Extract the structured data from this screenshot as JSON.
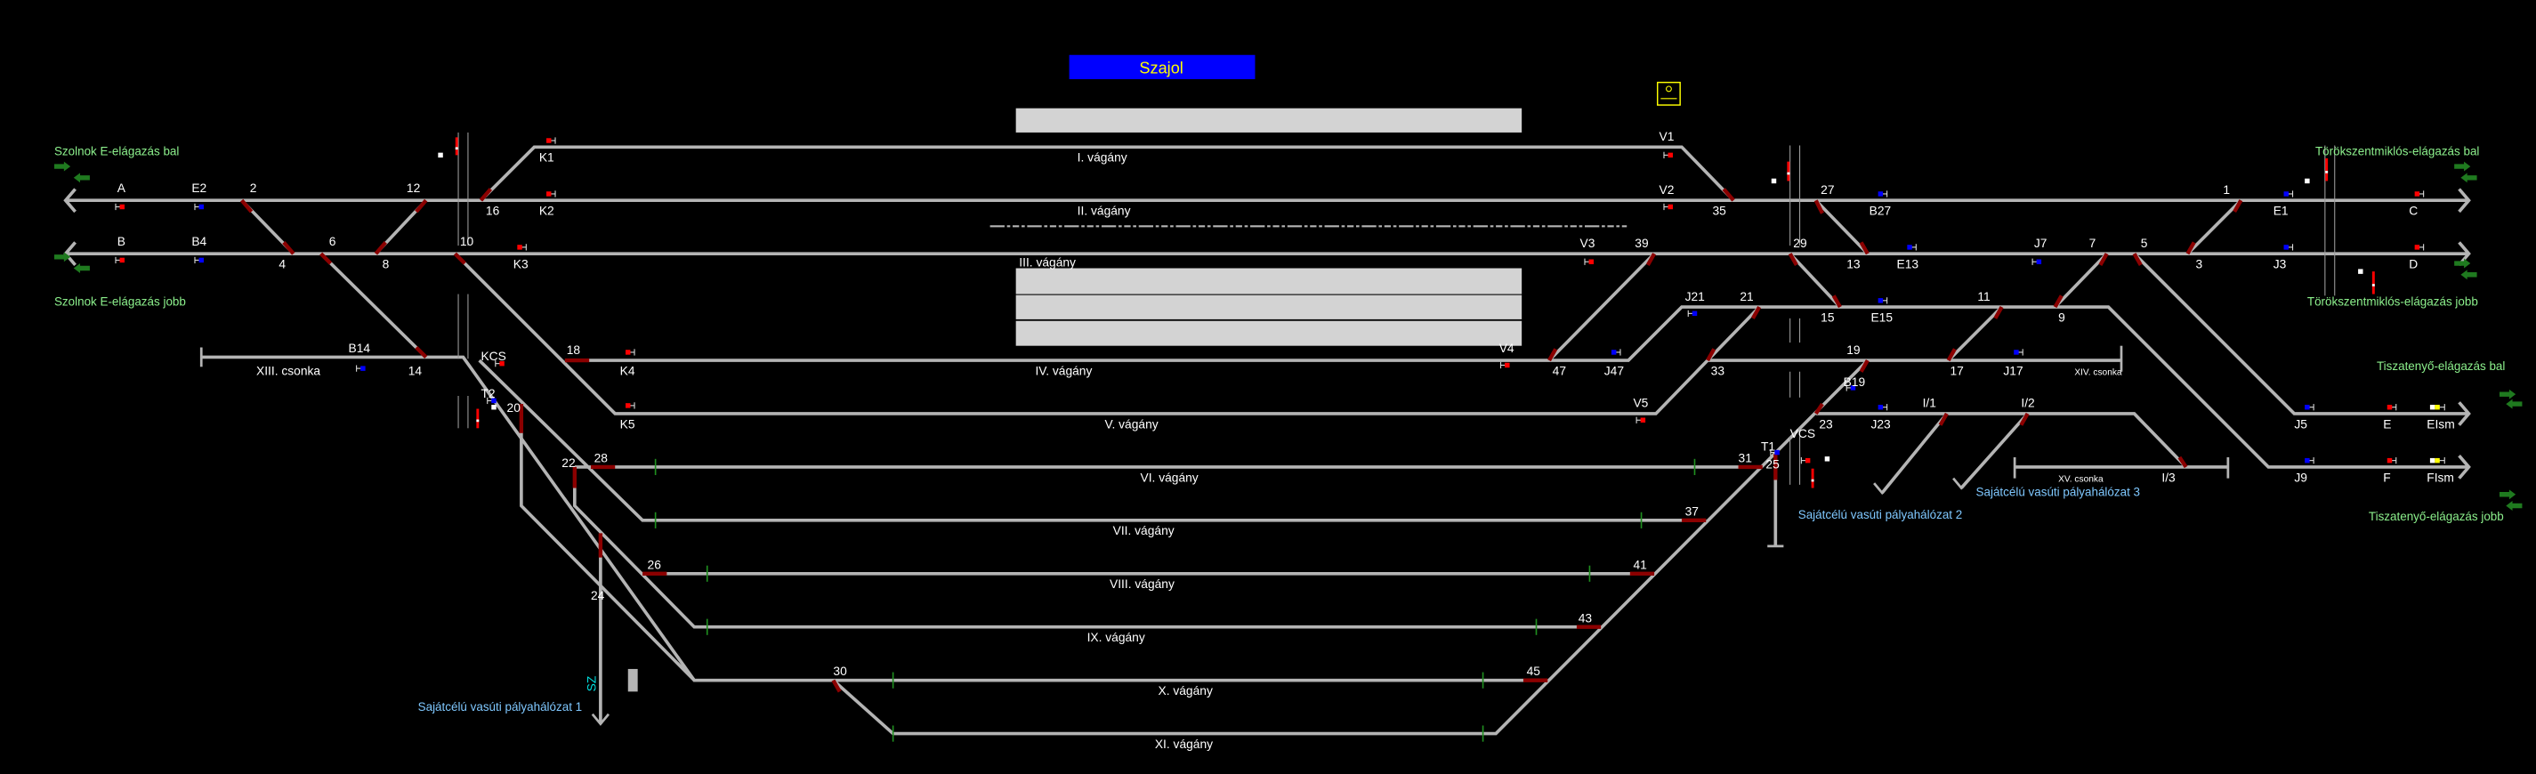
{
  "station_name": "Szajol",
  "connections": {
    "szolnok_bal": "Szolnok E-elágazás bal",
    "szolnok_jobb": "Szolnok E-elágazás jobb",
    "torok_bal": "Törökszentmiklós-elágazás bal",
    "torok_jobb": "Törökszentmiklós-elágazás jobb",
    "tisza_bal": "Tiszatenyő-elágazás bal",
    "tisza_jobb": "Tiszatenyő-elágazás jobb"
  },
  "sidings": {
    "s1": "Sajátcélú vasúti pályahálózat 1",
    "s2": "Sajátcélú vasúti pályahálózat 2",
    "s3": "Sajátcélú vasúti pályahálózat 3"
  },
  "track_names": {
    "t1": "I. vágány",
    "t2": "II. vágány",
    "t3": "III. vágány",
    "t4": "IV. vágány",
    "t5": "V. vágány",
    "t6": "VI. vágány",
    "t7": "VII. vágány",
    "t8": "VIII. vágány",
    "t9": "IX. vágány",
    "t10": "X. vágány",
    "t11": "XI. vágány",
    "t13": "XIII. csonka",
    "t14": "XIV. csonka",
    "t15": "XV. csonka"
  },
  "labels": {
    "A": "A",
    "E2": "E2",
    "B": "B",
    "B4": "B4",
    "K1": "K1",
    "K2": "K2",
    "K3": "K3",
    "K4": "K4",
    "K5": "K5",
    "B14": "B14",
    "KCS": "KCS",
    "T2": "T2",
    "V1": "V1",
    "V2": "V2",
    "V3": "V3",
    "V4": "V4",
    "V5": "V5",
    "J47": "J47",
    "J21": "J21",
    "B27": "B27",
    "E13": "E13",
    "E15": "E15",
    "J7": "J7",
    "E1": "E1",
    "C": "C",
    "J3": "J3",
    "D": "D",
    "J17": "J17",
    "B19": "B19",
    "J23": "J23",
    "J5": "J5",
    "E": "E",
    "EIsm": "EIsm",
    "J9": "J9",
    "F": "F",
    "FIsm": "FIsm",
    "T1": "T1",
    "VCS": "VCS",
    "SZ": "SZ",
    "I1": "I/1",
    "I2": "I/2",
    "I3": "I/3"
  },
  "switches": {
    "w1": "1",
    "w2": "2",
    "w3": "3",
    "w4": "4",
    "w5": "5",
    "w6": "6",
    "w7": "7",
    "w8": "8",
    "w9": "9",
    "w10": "10",
    "w11": "11",
    "w12": "12",
    "w13": "13",
    "w14": "14",
    "w15": "15",
    "w16": "16",
    "w17": "17",
    "w18": "18",
    "w19": "19",
    "w20": "20",
    "w21": "21",
    "w22": "22",
    "w23": "23",
    "w24": "24",
    "w25": "25",
    "w26": "26",
    "w27": "27",
    "w28": "28",
    "w29": "29",
    "w30": "30",
    "w31": "31",
    "w33": "33",
    "w35": "35",
    "w37": "37",
    "w39": "39",
    "w41": "41",
    "w43": "43",
    "w45": "45",
    "w47": "47"
  },
  "signal_states": {
    "A": "#ff0000",
    "E2": "#0000ff",
    "B": "#ff0000",
    "B4": "#0000ff",
    "K1": "#ff0000",
    "K2": "#ff0000",
    "K3": "#ff0000",
    "B14": "#0000ff",
    "K4": "#ff0000",
    "K5": "#ff0000",
    "V4": "#ff0000",
    "J47": "#0000ff",
    "V1": "#ff0000",
    "V2": "#ff0000",
    "V3": "#ff0000",
    "B27": "#0000ff",
    "E13": "#0000ff",
    "J7": "#0000ff",
    "E1": "#0000ff",
    "C": "#ff0000",
    "J3": "#0000ff",
    "D": "#ff0000",
    "J21": "#0000ff",
    "E15": "#0000ff",
    "J17": "#0000ff",
    "V5": "#ff0000",
    "J23": "#0000ff",
    "J5": "#0000ff",
    "E": "#ff0000",
    "EIsm": "#ffff00",
    "J9": "#0000ff",
    "F": "#ff0000",
    "FIsm": "#ffff00",
    "KCS": "#ff0000",
    "T2": "#0000ff",
    "B19": "#0000ff",
    "T1": "#0000ff",
    "VCS": "#ff0000"
  },
  "colors": {
    "background": "#000000",
    "track": "#b4b4b4",
    "switch": "#8b0000",
    "title_bg": "#0000ff",
    "title_fg": "#ffff00",
    "platform": "#d3d3d3"
  }
}
